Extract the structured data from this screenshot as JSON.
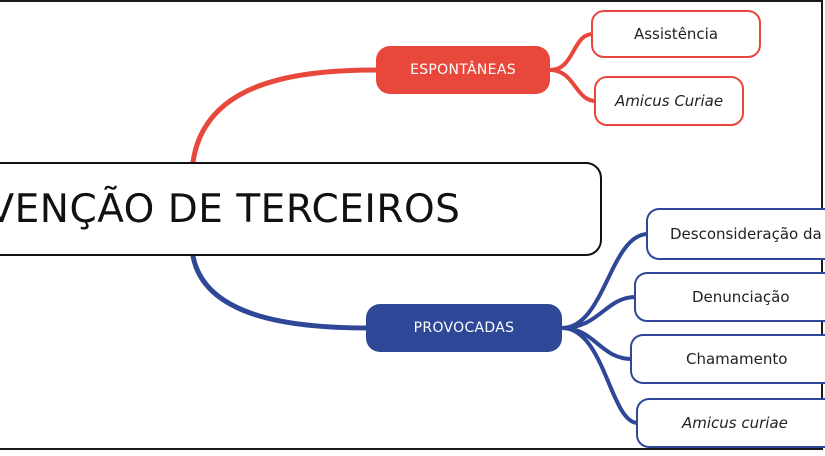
{
  "colors": {
    "spontaneous": "#e8473c",
    "provoked": "#2e4796",
    "outline": "#111111"
  },
  "central_topic": {
    "label": "RVENÇÃO DE TERCEIROS"
  },
  "branches": [
    {
      "label": "ESPONTÂNEAS",
      "color": "#e8473c",
      "children": [
        {
          "label": "Assistência",
          "italic": false
        },
        {
          "label": "Amicus Curiae",
          "italic": true
        }
      ]
    },
    {
      "label": "PROVOCADAS",
      "color": "#2e4796",
      "children": [
        {
          "label": "Desconsideração da",
          "italic": false
        },
        {
          "label": "Denunciação",
          "italic": false
        },
        {
          "label": "Chamamento",
          "italic": false
        },
        {
          "label": "Amicus curiae",
          "italic": true
        }
      ]
    }
  ]
}
